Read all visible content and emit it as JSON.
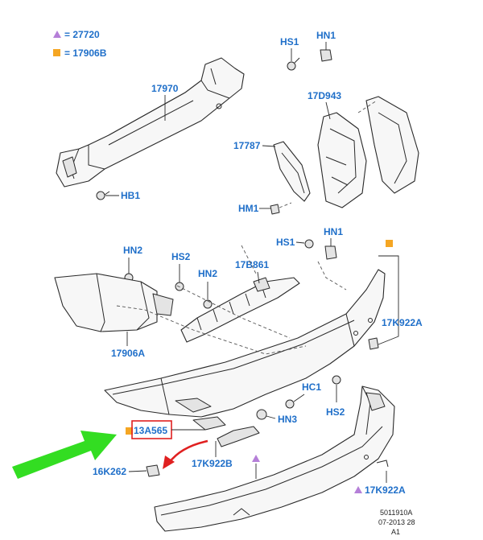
{
  "legend": [
    {
      "marker": "triangle",
      "color": "#b57fd8",
      "text": "= 27720"
    },
    {
      "marker": "square",
      "color": "#f5a623",
      "text": "= 17906B"
    }
  ],
  "labels": {
    "p17970": "17970",
    "hb1": "HB1",
    "hs1_top": "HS1",
    "hn1_top": "HN1",
    "p17d943": "17D943",
    "p17787": "17787",
    "hm1": "HM1",
    "hs1_mid": "HS1",
    "hn1_mid": "HN1",
    "hn2_left": "HN2",
    "hs2_left": "HS2",
    "hn2_mid": "HN2",
    "p17b861": "17B861",
    "p17906a": "17906A",
    "p17k922a_right": "17K922A",
    "hc1": "HC1",
    "hn3": "HN3",
    "hs2_right": "HS2",
    "p13a565": "13A565",
    "p17k922b": "17K922B",
    "p16k262": "16K262",
    "p17k922a_bottom": "17K922A"
  },
  "footer": {
    "line1": "5011910A",
    "line2": "07-2013 28",
    "line3": "A1"
  },
  "colors": {
    "label": "#1f6fc9",
    "highlight_box": "#e02020",
    "green_arrow": "#33dd22",
    "red_arrow": "#e02020",
    "triangle_marker": "#b57fd8",
    "square_marker": "#f5a623"
  }
}
